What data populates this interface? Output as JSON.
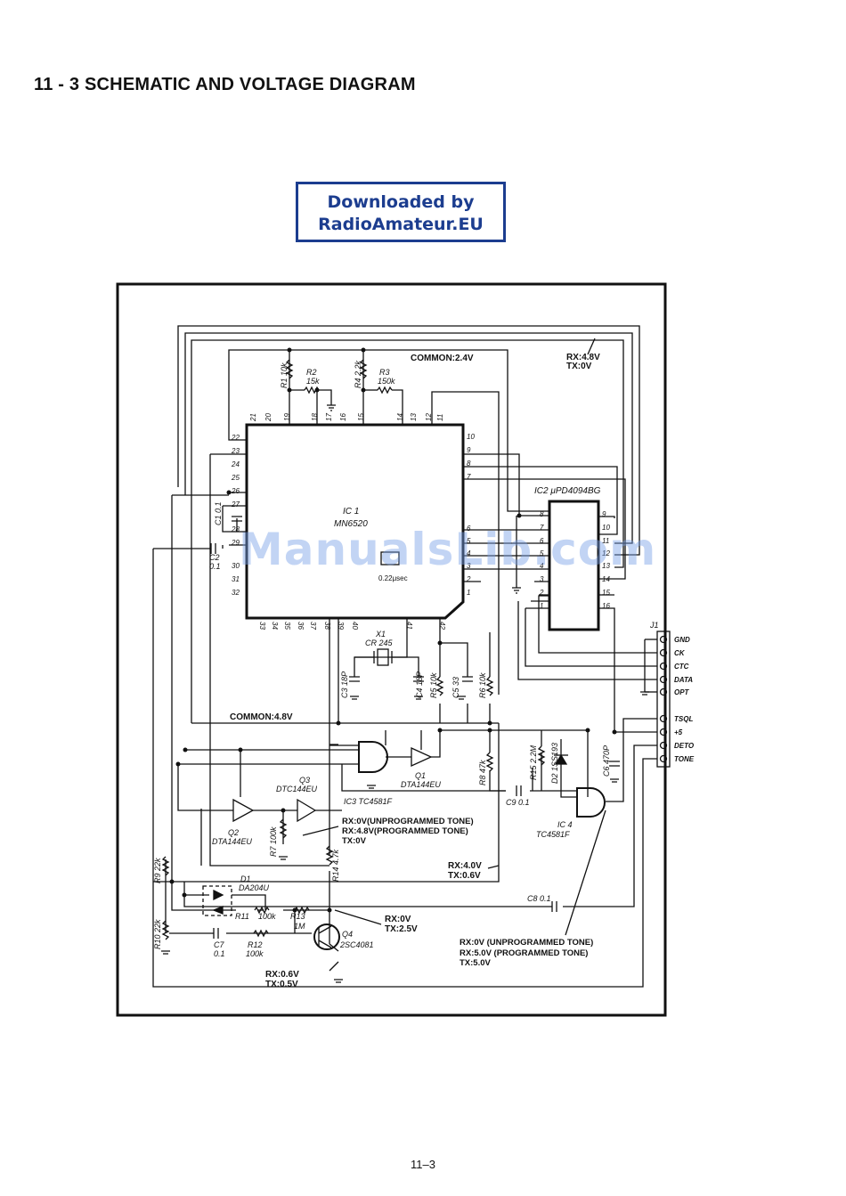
{
  "page": {
    "title": "11 - 3   SCHEMATIC AND VOLTAGE DIAGRAM",
    "page_number": "11–3"
  },
  "badge": {
    "line1": "Downloaded by",
    "line2": "RadioAmateur.EU"
  },
  "watermark": "ManualsLib.com",
  "ic1": {
    "ref": "IC 1",
    "part": "MN6520",
    "timing": "0.22μsec"
  },
  "ic2": {
    "label": "IC2  μPD4094BG"
  },
  "ic3": {
    "label": "IC3  TC4581F"
  },
  "ic4": {
    "ref": "IC 4",
    "part": "TC4581F"
  },
  "j1": {
    "ref": "J1",
    "pins": [
      "GND",
      "CK",
      "CTC",
      "DATA",
      "OPT",
      "TSQL",
      "+5",
      "DETO",
      "TONE"
    ]
  },
  "voltages": {
    "common_top": "COMMON:2.4V",
    "common_mid": "COMMON:4.8V",
    "rx48_a": "RX:4.8V",
    "tx0_a": "TX:0V",
    "q3_rx_unprog": "RX:0V(UNPROGRAMMED TONE)",
    "q3_rx_prog": "RX:4.8V(PROGRAMMED TONE)",
    "q3_tx": "TX:0V",
    "rx40": "RX:4.0V",
    "tx06": "TX:0.6V",
    "q4c_rx": "RX:0V",
    "q4c_tx": "TX:2.5V",
    "q4e_rx": "RX:0.6V",
    "q4e_tx": "TX:0.5V",
    "ic4_rx_unprog": "RX:0V (UNPROGRAMMED TONE)",
    "ic4_rx_prog": "RX:5.0V (PROGRAMMED TONE)",
    "ic4_tx": "TX:5.0V"
  },
  "components": {
    "r1": "R1 10k",
    "r2": "R2",
    "r2v": "15k",
    "r3": "R3",
    "r3v": "150k",
    "r4": "R4 2.2k",
    "r5": "R5 10k",
    "r6": "R6 10k",
    "r7": "R7 100k",
    "r8": "R8 47k",
    "r9": "R9 22k",
    "r10": "R10 22k",
    "r11": "R11",
    "r11v": "100k",
    "r12": "R12",
    "r12v": "100k",
    "r13": "R13",
    "r13v": "1M",
    "r14": "R14 4.7k",
    "r15": "R15 2.2M",
    "c1": "C1 0.1",
    "c2": "C2",
    "c2v": "0.1",
    "c3": "C3 18P",
    "c4": "C4 18P",
    "c5": "C5 33",
    "c6": "C6 470P",
    "c7": "C7",
    "c7v": "0.1",
    "c8": "C8 0.1",
    "c9": "C9 0.1",
    "x1": "X1",
    "x1v": "CR 245",
    "q1": "Q1",
    "q1v": "DTA144EU",
    "q2": "Q2",
    "q2v": "DTA144EU",
    "q3": "Q3",
    "q3v": "DTC144EU",
    "q4": "Q4",
    "q4v": "2SC4081",
    "d1": "D1",
    "d1v": "DA204U",
    "d2": "D2 1SS193"
  },
  "ic1_pins": {
    "top": [
      "21",
      "20",
      "19",
      "18",
      "17",
      "16",
      "15",
      "14",
      "13",
      "12",
      "11"
    ],
    "left": [
      "22",
      "23",
      "24",
      "25",
      "26",
      "27",
      "28",
      "29",
      "30",
      "31",
      "32"
    ],
    "bottom": [
      "33",
      "34",
      "35",
      "36",
      "37",
      "38",
      "39",
      "40",
      "41",
      "42"
    ],
    "right": [
      "10",
      "9",
      "8",
      "7",
      "6",
      "5",
      "4",
      "3",
      "2",
      "1"
    ]
  },
  "ic2_pins": {
    "left": [
      "8",
      "7",
      "6",
      "5",
      "4",
      "3",
      "2",
      "1"
    ],
    "right": [
      "9",
      "10",
      "11",
      "12",
      "13",
      "14",
      "15",
      "16"
    ]
  }
}
